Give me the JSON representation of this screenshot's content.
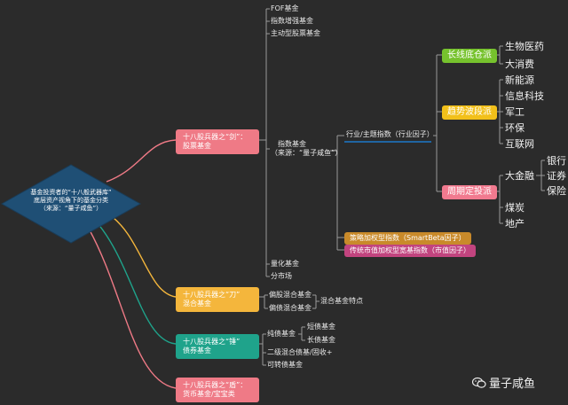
{
  "colors": {
    "background": "#2b2b2b",
    "center": "#1f4f75",
    "pink": "#ef7a86",
    "orange": "#f4b63c",
    "teal": "#1fa38b",
    "blue": "#1c79c9",
    "green": "#7ac42b",
    "gold": "#f2c01a",
    "rose": "#f17a8f",
    "brown": "#c98a2a",
    "magenta": "#c2447f"
  },
  "center": {
    "line1": "基金投资者的“十八般武器库”",
    "line2": "底层资产视角下的基金分类",
    "line3": "（来源：“量子咸鱼”）"
  },
  "branches": {
    "b1": {
      "line1": "十八股兵器之“剑”：",
      "line2": "股票基金"
    },
    "b2": {
      "line1": "十八股兵器之“刀”",
      "line2": "混合基金"
    },
    "b3": {
      "line1": "十八股兵器之“锤”",
      "line2": "债券基金"
    },
    "b4": {
      "line1": "十八股兵器之“盾”：",
      "line2": "货币基金/宝宝类"
    }
  },
  "stock": {
    "fof": "FOF基金",
    "index_enhanced": "指数增强基金",
    "active": "主动型股票基金",
    "index_line1": "指数基金",
    "index_line2": "（来源：“量子咸鱼”）",
    "quant": "量化基金",
    "graded": "分市场"
  },
  "factors": {
    "industry": "行业/主题指数（行业因子）",
    "smartbeta": "策略加权型指数（SmartBeta因子）",
    "marketcap": "传统市值加权型宽基指数（市值因子）"
  },
  "styles": {
    "long": "长线底仓派",
    "trend": "趋势波段派",
    "cycle": "周期定投派"
  },
  "leaves": {
    "bio": "生物医药",
    "consumer": "大消费",
    "newenergy": "新能源",
    "it": "信息科技",
    "military": "军工",
    "env": "环保",
    "internet": "互联网",
    "finance": "大金融",
    "bank": "银行",
    "securities": "证券",
    "insurance": "保险",
    "coal": "煤炭",
    "realestate": "地产"
  },
  "mixed": {
    "stock_mixed": "偏股混合基金",
    "bond_mixed": "偏债混合基金",
    "feature": "混合基金特点"
  },
  "bond": {
    "pure": "纯债基金",
    "short": "短债基金",
    "long": "长债基金",
    "secondary": "二级混合债基/固收+",
    "convertible": "可转债基金"
  },
  "watermark": {
    "text": "量子咸鱼"
  }
}
